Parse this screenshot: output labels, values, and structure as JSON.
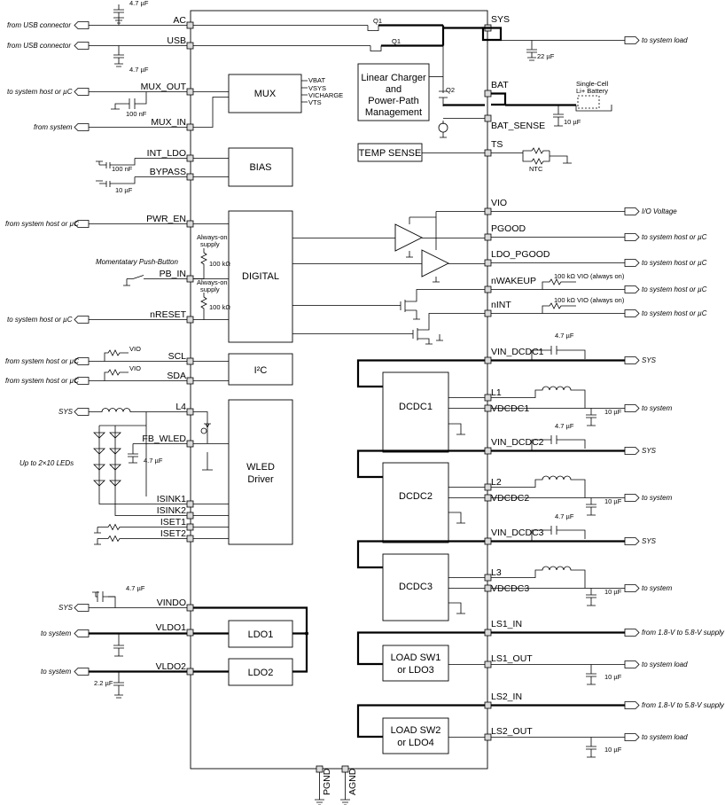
{
  "left_pins": [
    "AC",
    "USB",
    "MUX_OUT",
    "MUX_IN",
    "INT_LDO",
    "BYPASS",
    "PWR_EN",
    "PB_IN",
    "nRESET",
    "SCL",
    "SDA",
    "L4",
    "FB_WLED",
    "ISINK1",
    "ISINK2",
    "ISET1",
    "ISET2",
    "VINDO",
    "VLDO1",
    "VLDO2"
  ],
  "right_pins": [
    "SYS",
    "BAT",
    "BAT_SENSE",
    "TS",
    "VIO",
    "PGOOD",
    "LDO_PGOOD",
    "nWAKEUP",
    "nINT",
    "VIN_DCDC1",
    "L1",
    "VDCDC1",
    "VIN_DCDC2",
    "L2",
    "VDCDC2",
    "VIN_DCDC3",
    "L3",
    "VDCDC3",
    "LS1_IN",
    "LS1_OUT",
    "LS2_IN",
    "LS2_OUT"
  ],
  "bottom_pins": [
    "PGND",
    "AGND"
  ],
  "blocks": {
    "mux": "MUX",
    "mux_inputs": [
      "VBAT",
      "VSYS",
      "VICHARGE",
      "VTS"
    ],
    "bias": "BIAS",
    "digital": "DIGITAL",
    "i2c": "I²C",
    "wled": [
      "WLED",
      "Driver"
    ],
    "ldo1": "LDO1",
    "ldo2": "LDO2",
    "charger": [
      "Linear Charger",
      "and",
      "Power-Path",
      "Management"
    ],
    "temp": "TEMP SENSE",
    "dcdc1": "DCDC1",
    "dcdc2": "DCDC2",
    "dcdc3": "DCDC3",
    "ls1": [
      "LOAD SW1",
      "or LDO3"
    ],
    "ls2": [
      "LOAD SW2",
      "or LDO4"
    ]
  },
  "left_labels": {
    "ac": "from USB connector",
    "usb": "from USB connector",
    "mux_out": "to system host or µC",
    "mux_in": "from system",
    "pwr_en": "from system host or µC",
    "pb": "Momentatary Push-Button",
    "nreset": "to system host or µC",
    "scl": "from system host or µC",
    "sda": "from system host or µC",
    "l4": "SYS",
    "leds": "Up to 2×10 LEDs",
    "vindo": "SYS",
    "vldo1": "to system",
    "vldo2": "to system"
  },
  "right_labels": {
    "sys": "to system load",
    "vio": "I/O Voltage",
    "pgood": "to system host or µC",
    "ldo_pgood": "to system host or µC",
    "nwakeup": "to system host or µC",
    "nint": "to system host or µC",
    "vin1": "SYS",
    "vd1": "to system",
    "vin2": "SYS",
    "vd2": "to system",
    "vin3": "SYS",
    "vd3": "to system",
    "ls1in": "from 1.8-V to 5.8-V supply",
    "ls1out": "to system load",
    "ls2in": "from 1.8-V to 5.8-V supply",
    "ls2out": "to system load"
  },
  "components": {
    "c_ac": "4.7 µF",
    "c_usb": "4.7 µF",
    "c_mux": "100 nF",
    "c_intldo": "100 nF",
    "c_bypass": "10 µF",
    "c_sys": "22 µF",
    "c_bat": "10 µF",
    "battery": [
      "Single-Cell",
      "Li+ Battery"
    ],
    "ntc": "NTC",
    "r_pu1": "100 kΩ",
    "r_pu2": "100 kΩ",
    "always_on": [
      "Always-on",
      "supply"
    ],
    "vio": "VIO",
    "r_wake": "100 kΩ",
    "vio_always": "VIO (always on)",
    "c_vin1": "4.7 µF",
    "c_vd1": "10 µF",
    "c_vin2": "4.7 µF",
    "c_vd2": "10 µF",
    "c_vin3": "4.7 µF",
    "c_vd3": "10 µF",
    "c_ls1": "10 µF",
    "c_ls2": "10 µF",
    "c_fb": "4.7 µF",
    "c_vindo": "4.7 µF",
    "c_vldo2": "2.2 µF",
    "q1": "Q1",
    "q2": "Q2"
  }
}
